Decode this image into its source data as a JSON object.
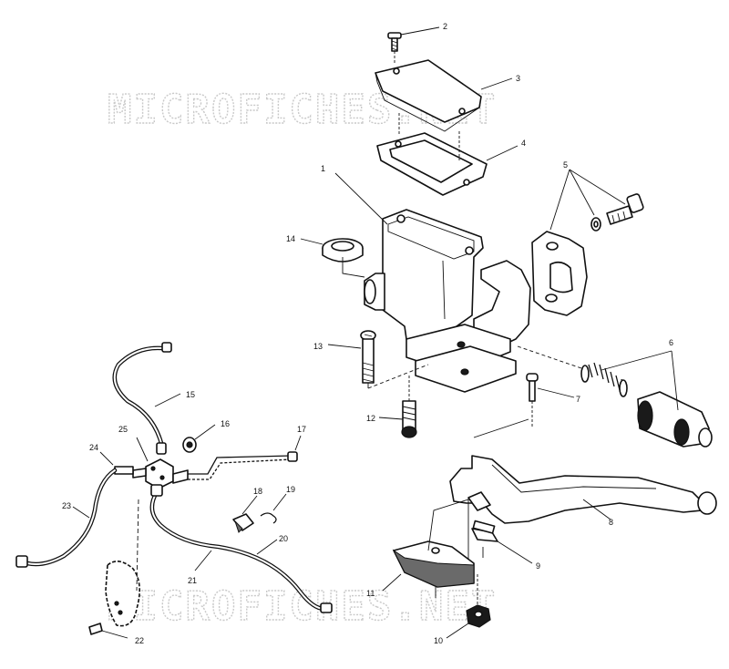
{
  "watermark": {
    "top": "MICROFICHES.NET",
    "bottom": "MICROFICHES.NET"
  },
  "callouts": {
    "c1": "1",
    "c2": "2",
    "c3": "3",
    "c4": "4",
    "c5": "5",
    "c6": "6",
    "c7": "7",
    "c8": "8",
    "c9": "9",
    "c10": "10",
    "c11": "11",
    "c12": "12",
    "c13": "13",
    "c14": "14",
    "c15": "15",
    "c16": "16",
    "c17": "17",
    "c18": "18",
    "c19": "19",
    "c20": "20",
    "c21": "21",
    "c22": "22",
    "c23": "23",
    "c24": "24",
    "c25": "25"
  }
}
